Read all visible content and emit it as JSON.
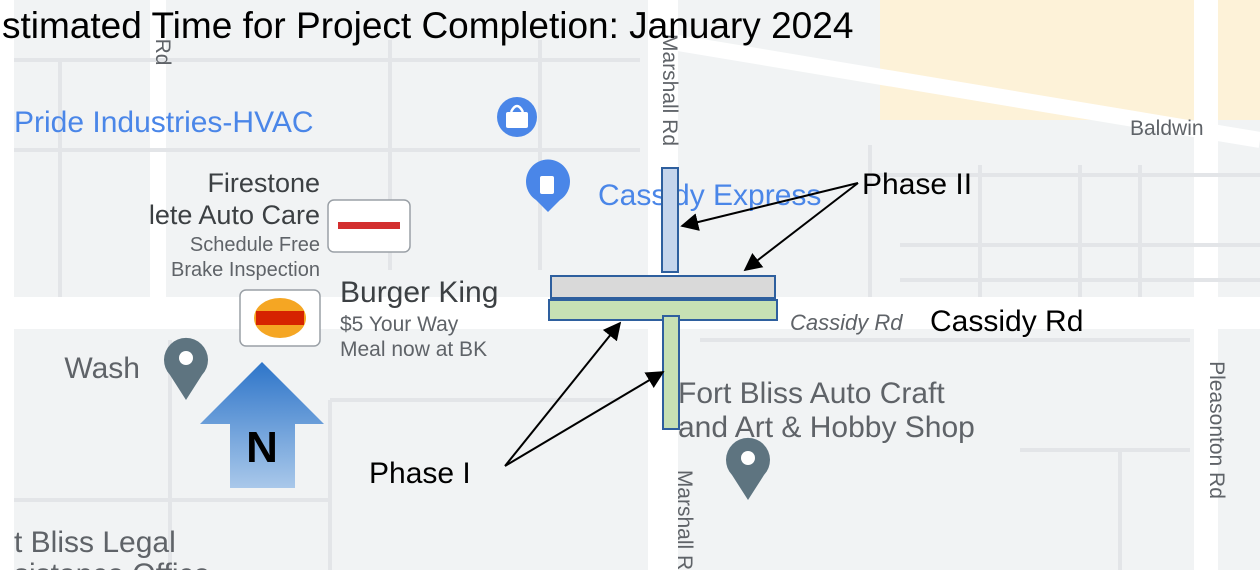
{
  "title": "stimated Time for Project Completion: January 2024",
  "map": {
    "places": {
      "pride_industries": "Pride Industries-HVAC",
      "cassidy_express": "Cassidy Express",
      "firestone_line1": "Firestone",
      "firestone_line2": "lete Auto Care",
      "firestone_promo1": "Schedule Free",
      "firestone_promo2": "Brake Inspection",
      "burger_king": "Burger King",
      "burger_king_promo1": "$5 Your Way",
      "burger_king_promo2": "Meal now at BK",
      "wash": "Wash",
      "fort_bliss_1": "Fort Bliss Auto Craft",
      "fort_bliss_2": "and Art & Hobby Shop",
      "legal_1": "t Bliss Legal",
      "legal_2": "sistance Office"
    },
    "roads": {
      "marshall_top": "Marshall Rd",
      "marshall_bottom": "Marshall R",
      "cassidy_map": "Cassidy Rd",
      "pleasonton": "Pleasonton Rd",
      "baldwin": "Baldwin",
      "left_rd": "Rd"
    }
  },
  "annotations": {
    "phase_two": "Phase II",
    "phase_one": "Phase I",
    "cassidy_label": "Cassidy Rd",
    "north": "N"
  },
  "colors": {
    "phase_one_fill": "#c6e0b4",
    "phase_two_fill": "#d9d9d9",
    "outline": "#2e5f9e",
    "north_arrow_top": "#2e75c9",
    "north_arrow_bottom": "#a9c8ea",
    "poi_blue": "#4a86e8",
    "pin_grey": "#5e7480",
    "map_bg": "#f1f3f4"
  },
  "icons": {
    "pride_pin": "shopping-bag-icon",
    "cassidy_express_pin": "gas-station-icon",
    "firestone_logo": "firestone-logo-icon",
    "burger_king_logo": "burger-king-logo-icon",
    "wash_pin": "location-pin-icon",
    "fort_bliss_pin": "location-pin-icon",
    "north_arrow": "north-arrow-icon"
  }
}
